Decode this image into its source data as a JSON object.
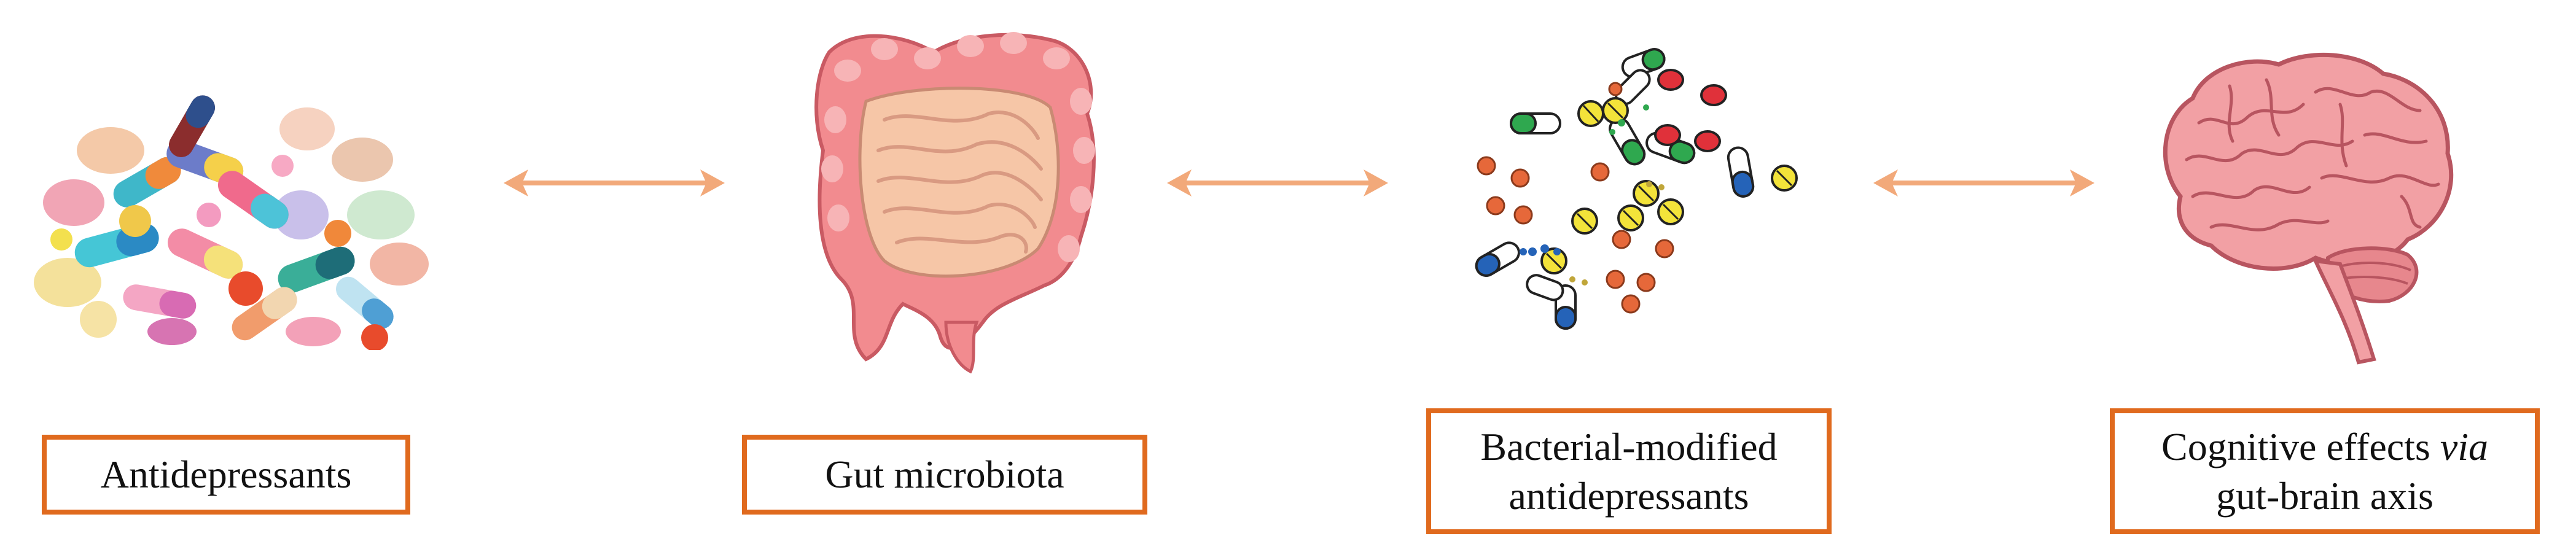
{
  "diagram": {
    "colors": {
      "box_border": "#E06A1E",
      "arrow": "#F2A97A",
      "gut": "#F28B8F",
      "brain": "#F2A0A4"
    },
    "stages": [
      {
        "id": "antidepressants",
        "label": "Antidepressants",
        "icon": "pills-pile-icon"
      },
      {
        "id": "gut-microbiota",
        "label": "Gut microbiota",
        "icon": "intestine-icon"
      },
      {
        "id": "bacterial-modified",
        "label_line1": "Bacterial-modified",
        "label_line2": "antidepressants",
        "icon": "modified-pills-icon"
      },
      {
        "id": "cognitive-effects",
        "label_line1_a": "Cognitive effects ",
        "label_line1_b": "via",
        "label_line2": "gut-brain axis",
        "icon": "brain-icon"
      }
    ],
    "arrows": [
      "bidirectional",
      "bidirectional",
      "bidirectional"
    ]
  }
}
